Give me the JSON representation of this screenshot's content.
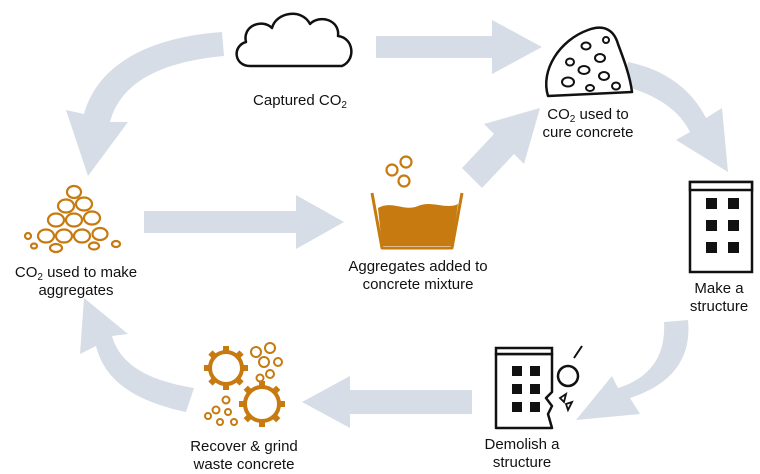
{
  "nodes": {
    "captured_co2": {
      "text": "Captured CO",
      "sub": "2"
    },
    "cure_concrete": {
      "line1_pre": "CO",
      "line1_sub": "2",
      "line1_post": " used to",
      "line2": "cure concrete"
    },
    "make_aggregates": {
      "line1_pre": "CO",
      "line1_sub": "2",
      "line1_post": " used to make",
      "line2": "aggregates"
    },
    "aggregates_added": {
      "line1": "Aggregates added to",
      "line2": "concrete mixture"
    },
    "make_structure": {
      "line1": "Make a",
      "line2": "structure"
    },
    "demolish_structure": {
      "line1": "Demolish a",
      "line2": "structure"
    },
    "recover_grind": {
      "line1": "Recover & grind",
      "line2": "waste concrete"
    }
  },
  "colors": {
    "arrow": "#D6DDE6",
    "accent": "#C67A10",
    "outline": "#111111"
  },
  "icons": [
    "cloud-icon",
    "concrete-pile-icon",
    "aggregates-pile-icon",
    "concrete-bucket-icon",
    "building-icon",
    "demolition-building-icon",
    "grinder-gears-icon"
  ]
}
